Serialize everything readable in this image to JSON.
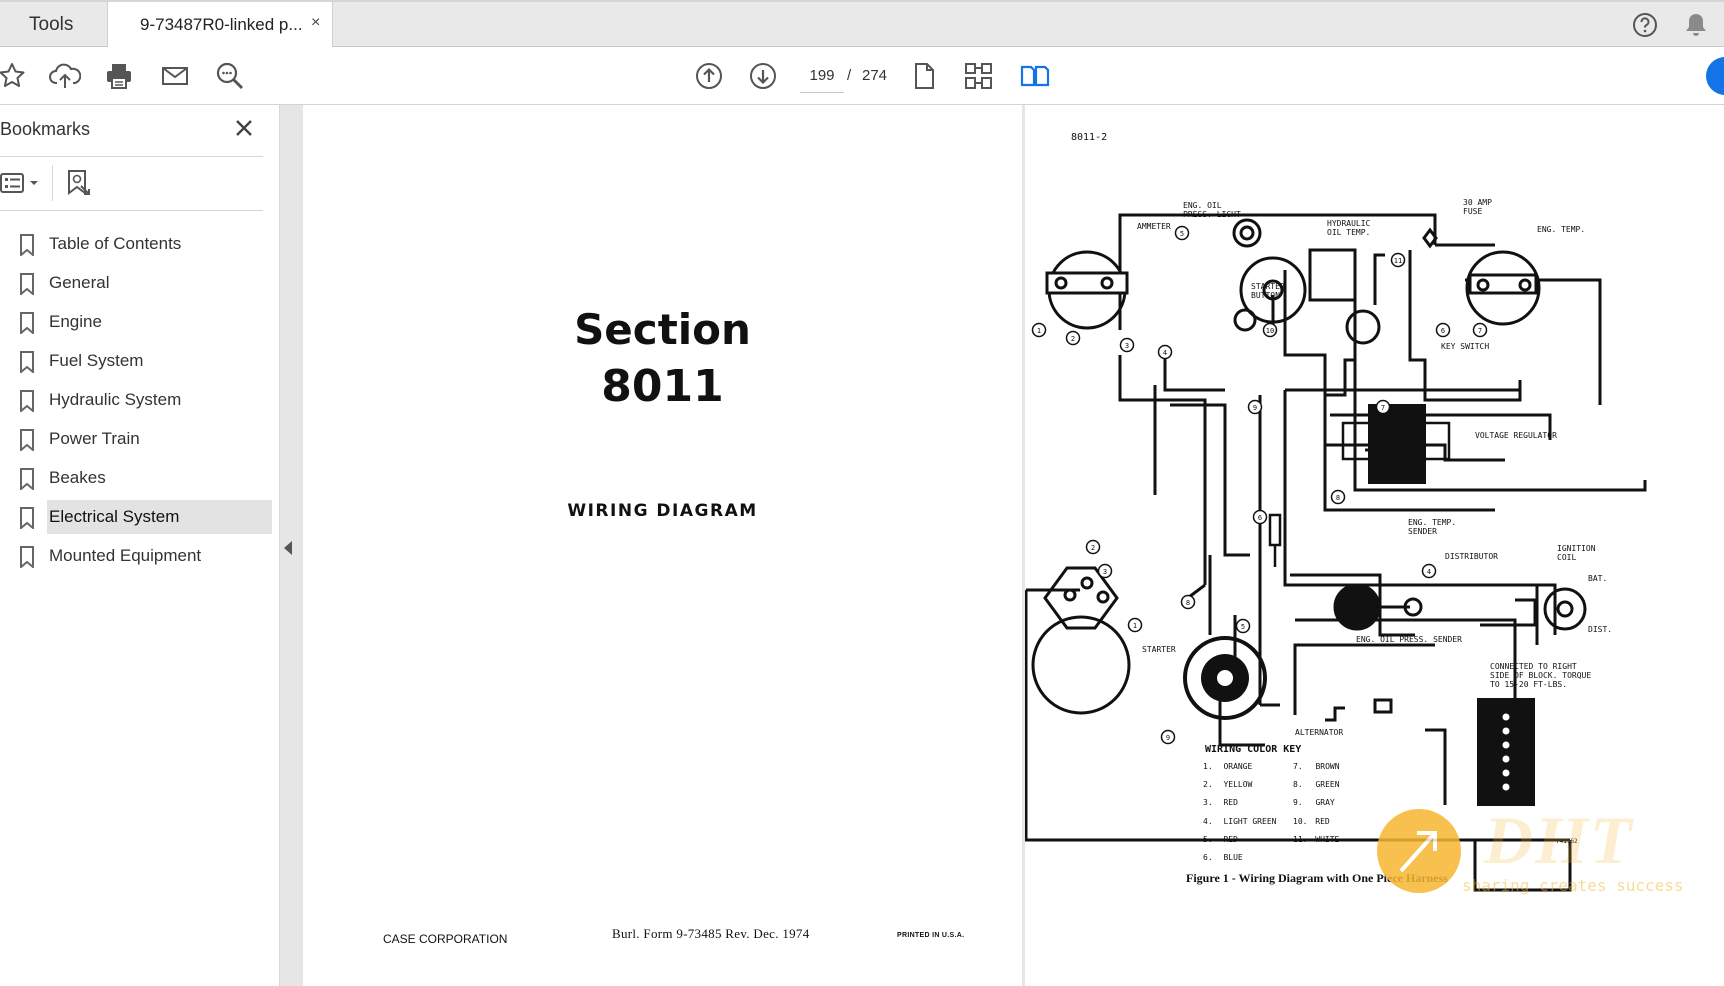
{
  "tabs": {
    "tools_label": "Tools",
    "doc_label": "9-73487R0-linked p...",
    "close_symbol": "×"
  },
  "toolbar": {
    "page_current": "199",
    "page_separator": "/",
    "page_total": "274",
    "icons": [
      "star-icon",
      "cloud-upload-icon",
      "printer-icon",
      "mail-icon",
      "zoom-search-icon",
      "arrow-up-icon",
      "arrow-down-icon",
      "single-page-icon",
      "thumbnails-icon",
      "two-page-view-icon"
    ]
  },
  "sidebar": {
    "title": "Bookmarks",
    "items": [
      {
        "label": "Table of Contents"
      },
      {
        "label": "General"
      },
      {
        "label": "Engine"
      },
      {
        "label": "Fuel System"
      },
      {
        "label": "Hydraulic System"
      },
      {
        "label": "Power Train"
      },
      {
        "label": "Beakes"
      },
      {
        "label": "Electrical System",
        "active": true
      },
      {
        "label": "Mounted Equipment"
      }
    ]
  },
  "left_page": {
    "title_line1": "Section",
    "title_line2": "8011",
    "subtitle": "WIRING DIAGRAM",
    "footer_left": "CASE CORPORATION",
    "footer_mid": "Burl. Form 9-73485  Rev. Dec. 1974",
    "footer_right": "PRINTED IN U.S.A."
  },
  "right_page": {
    "page_code": "8011-2",
    "labels": {
      "ammeter": "AMMETER",
      "oil_press_light_1": "ENG. OIL",
      "oil_press_light_2": "PRESS. LIGHT",
      "hyd_temp_1": "HYDRAULIC",
      "hyd_temp_2": "OIL TEMP.",
      "fuse_1": "30 AMP",
      "fuse_2": "FUSE",
      "eng_temp": "ENG. TEMP.",
      "starter_button_1": "STARTER",
      "starter_button_2": "BUTTON",
      "key_switch": "KEY SWITCH",
      "voltage_regulator": "VOLTAGE REGULATOR",
      "eng_temp_sender_1": "ENG. TEMP.",
      "eng_temp_sender_2": "SENDER",
      "distributor": "DISTRIBUTOR",
      "ignition_coil_1": "IGNITION",
      "ignition_coil_2": "COIL",
      "bat": "BAT.",
      "dist": "DIST.",
      "starter": "STARTER",
      "oil_press_sender": "ENG. OIL PRESS. SENDER",
      "block_note_1": "CONNECTED TO RIGHT",
      "block_note_2": "SIDE OF BLOCK.  TORQUE",
      "block_note_3": "TO 15-20 FT-LBS.",
      "alternator": "ALTERNATOR",
      "part_no": "741162"
    },
    "color_key_title": "WIRING COLOR KEY",
    "color_key": [
      {
        "num": "1.",
        "color": "ORANGE"
      },
      {
        "num": "2.",
        "color": "YELLOW"
      },
      {
        "num": "3.",
        "color": "RED"
      },
      {
        "num": "4.",
        "color": "LIGHT GREEN"
      },
      {
        "num": "5.",
        "color": "RED"
      },
      {
        "num": "6.",
        "color": "BLUE"
      },
      {
        "num": "7.",
        "color": "BROWN"
      },
      {
        "num": "8.",
        "color": "GREEN"
      },
      {
        "num": "9.",
        "color": "GRAY"
      },
      {
        "num": "10.",
        "color": "RED"
      },
      {
        "num": "11.",
        "color": "WHITE"
      }
    ],
    "caption": "Figure 1 - Wiring Diagram with One Piece Harness",
    "watermark_logo": "DHT",
    "watermark_slogan": "sharing creates success"
  },
  "colors": {
    "accent_blue": "#1473e6",
    "watermark_orange": "#f7b731"
  }
}
